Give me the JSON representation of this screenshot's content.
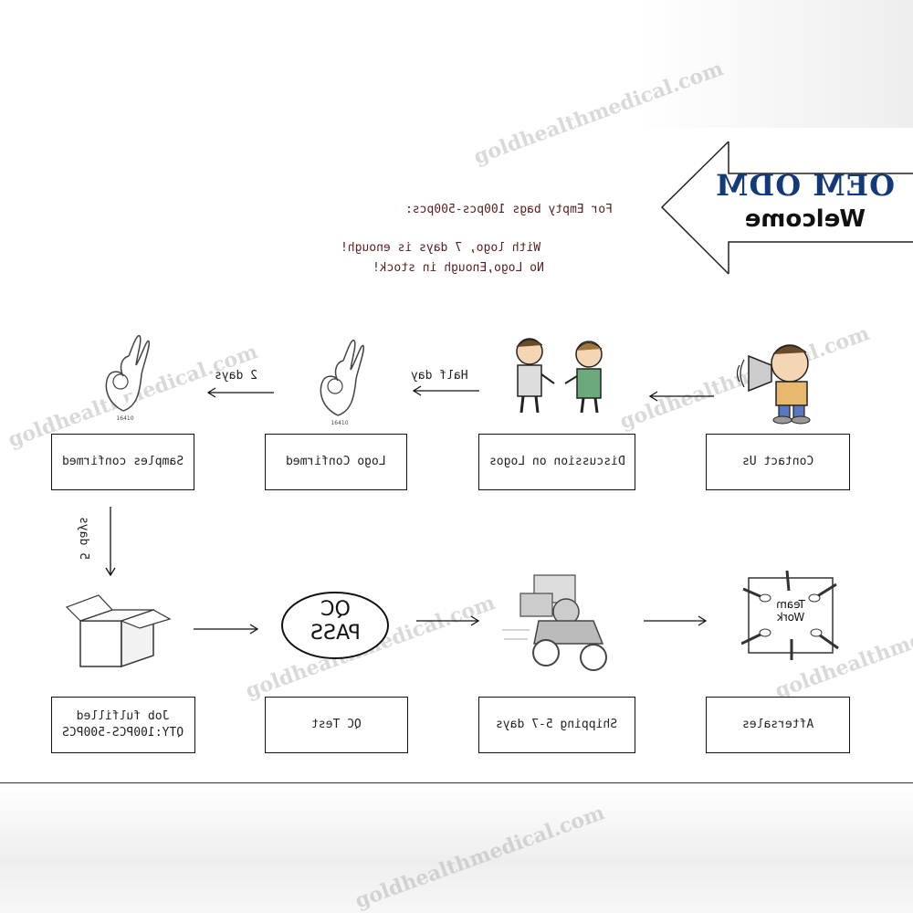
{
  "header": {
    "title": "OEM ODM",
    "subtitle": "Welcome"
  },
  "notes": {
    "line1": "For Empty bags 100pcs-500pcs:",
    "line2": "With logo, 7 days is enough!",
    "line3": "No Logo,Enough in stock!"
  },
  "steps": {
    "contact": "Contact Us",
    "discussion": "Discussion on Logos",
    "logo": "Logo Confirmed",
    "samples": "Samples confirmed",
    "job": "Job fulfilled\nQTY:100PCS-500PCS",
    "qc": "QC Test",
    "shipping": "Shipping 5-7 days",
    "aftersales": "Aftersales"
  },
  "durations": {
    "half_day": "Half day",
    "two_days": "2 days",
    "five_days": "5 days"
  },
  "stamp": {
    "line1": "QC",
    "line2": "PASS"
  },
  "teamwork": {
    "line1": "Team",
    "line2": "Work"
  },
  "watermark": "goldhealthmedical.com"
}
